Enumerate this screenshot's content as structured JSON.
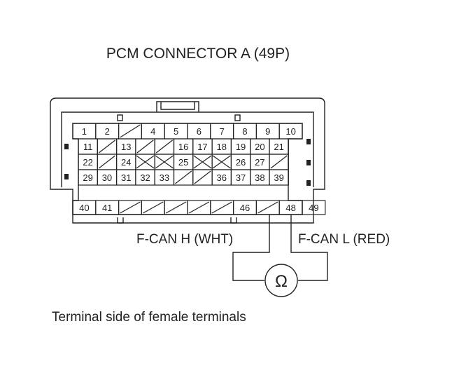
{
  "title": "PCM CONNECTOR A (49P)",
  "caption": "Terminal side of female terminals",
  "wire_h_label": "F-CAN H (WHT)",
  "wire_l_label": "F-CAN L (RED)",
  "meter_symbol": "Ω",
  "rows": [
    [
      "1",
      "2",
      "/",
      "4",
      "5",
      "6",
      "7",
      "8",
      "9",
      "10"
    ],
    [
      "11",
      "/",
      "13",
      "/",
      "/",
      "16",
      "17",
      "18",
      "19",
      "20",
      "21"
    ],
    [
      "22",
      "/",
      "24",
      "X",
      "X",
      "25",
      "X",
      "X",
      "26",
      "27",
      "/"
    ],
    [
      "29",
      "30",
      "31",
      "32",
      "33",
      "/",
      "/",
      "36",
      "37",
      "38",
      "39"
    ],
    [
      "40",
      "41",
      "/",
      "/",
      "/",
      "/",
      "/",
      "46",
      "/",
      "48",
      "49"
    ]
  ],
  "colors": {
    "line": "#222222",
    "background": "#ffffff"
  }
}
